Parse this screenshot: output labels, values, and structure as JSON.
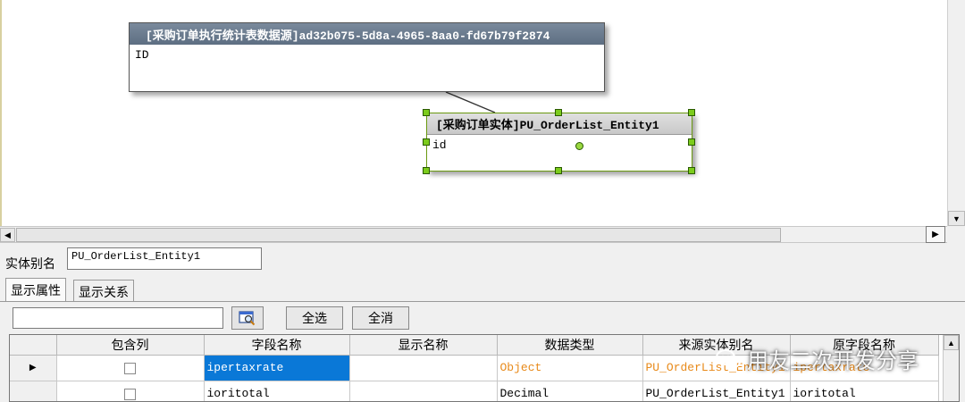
{
  "canvas": {
    "entity_source": {
      "title": "[采购订单执行统计表数据源]ad32b075-5d8a-4965-8aa0-fd67b79f2874",
      "field": "ID"
    },
    "entity_target": {
      "title": "[采购订单实体]PU_OrderList_Entity1",
      "field": "id"
    }
  },
  "panel": {
    "alias_label": "实体别名",
    "alias_value": "PU_OrderList_Entity1",
    "tabs": [
      "显示属性",
      "显示关系"
    ],
    "filter_value": "",
    "select_all_label": "全选",
    "deselect_all_label": "全消"
  },
  "grid": {
    "columns": [
      "包含列",
      "字段名称",
      "显示名称",
      "数据类型",
      "来源实体别名",
      "原字段名称"
    ],
    "rows": [
      {
        "field": "ipertaxrate",
        "display": "",
        "type": "Object",
        "source": "PU_OrderList_Entity1",
        "original": "ipertaxrate",
        "current": true
      },
      {
        "field": "ioritotal",
        "display": "",
        "type": "Decimal",
        "source": "PU_OrderList_Entity1",
        "original": "ioritotal",
        "current": false
      }
    ]
  },
  "watermark": {
    "text": "用友二次开发分享"
  },
  "colors": {
    "selection": "#0a78d7",
    "highlight_text": "#e88a1a",
    "handle": "#7ccc1c"
  }
}
